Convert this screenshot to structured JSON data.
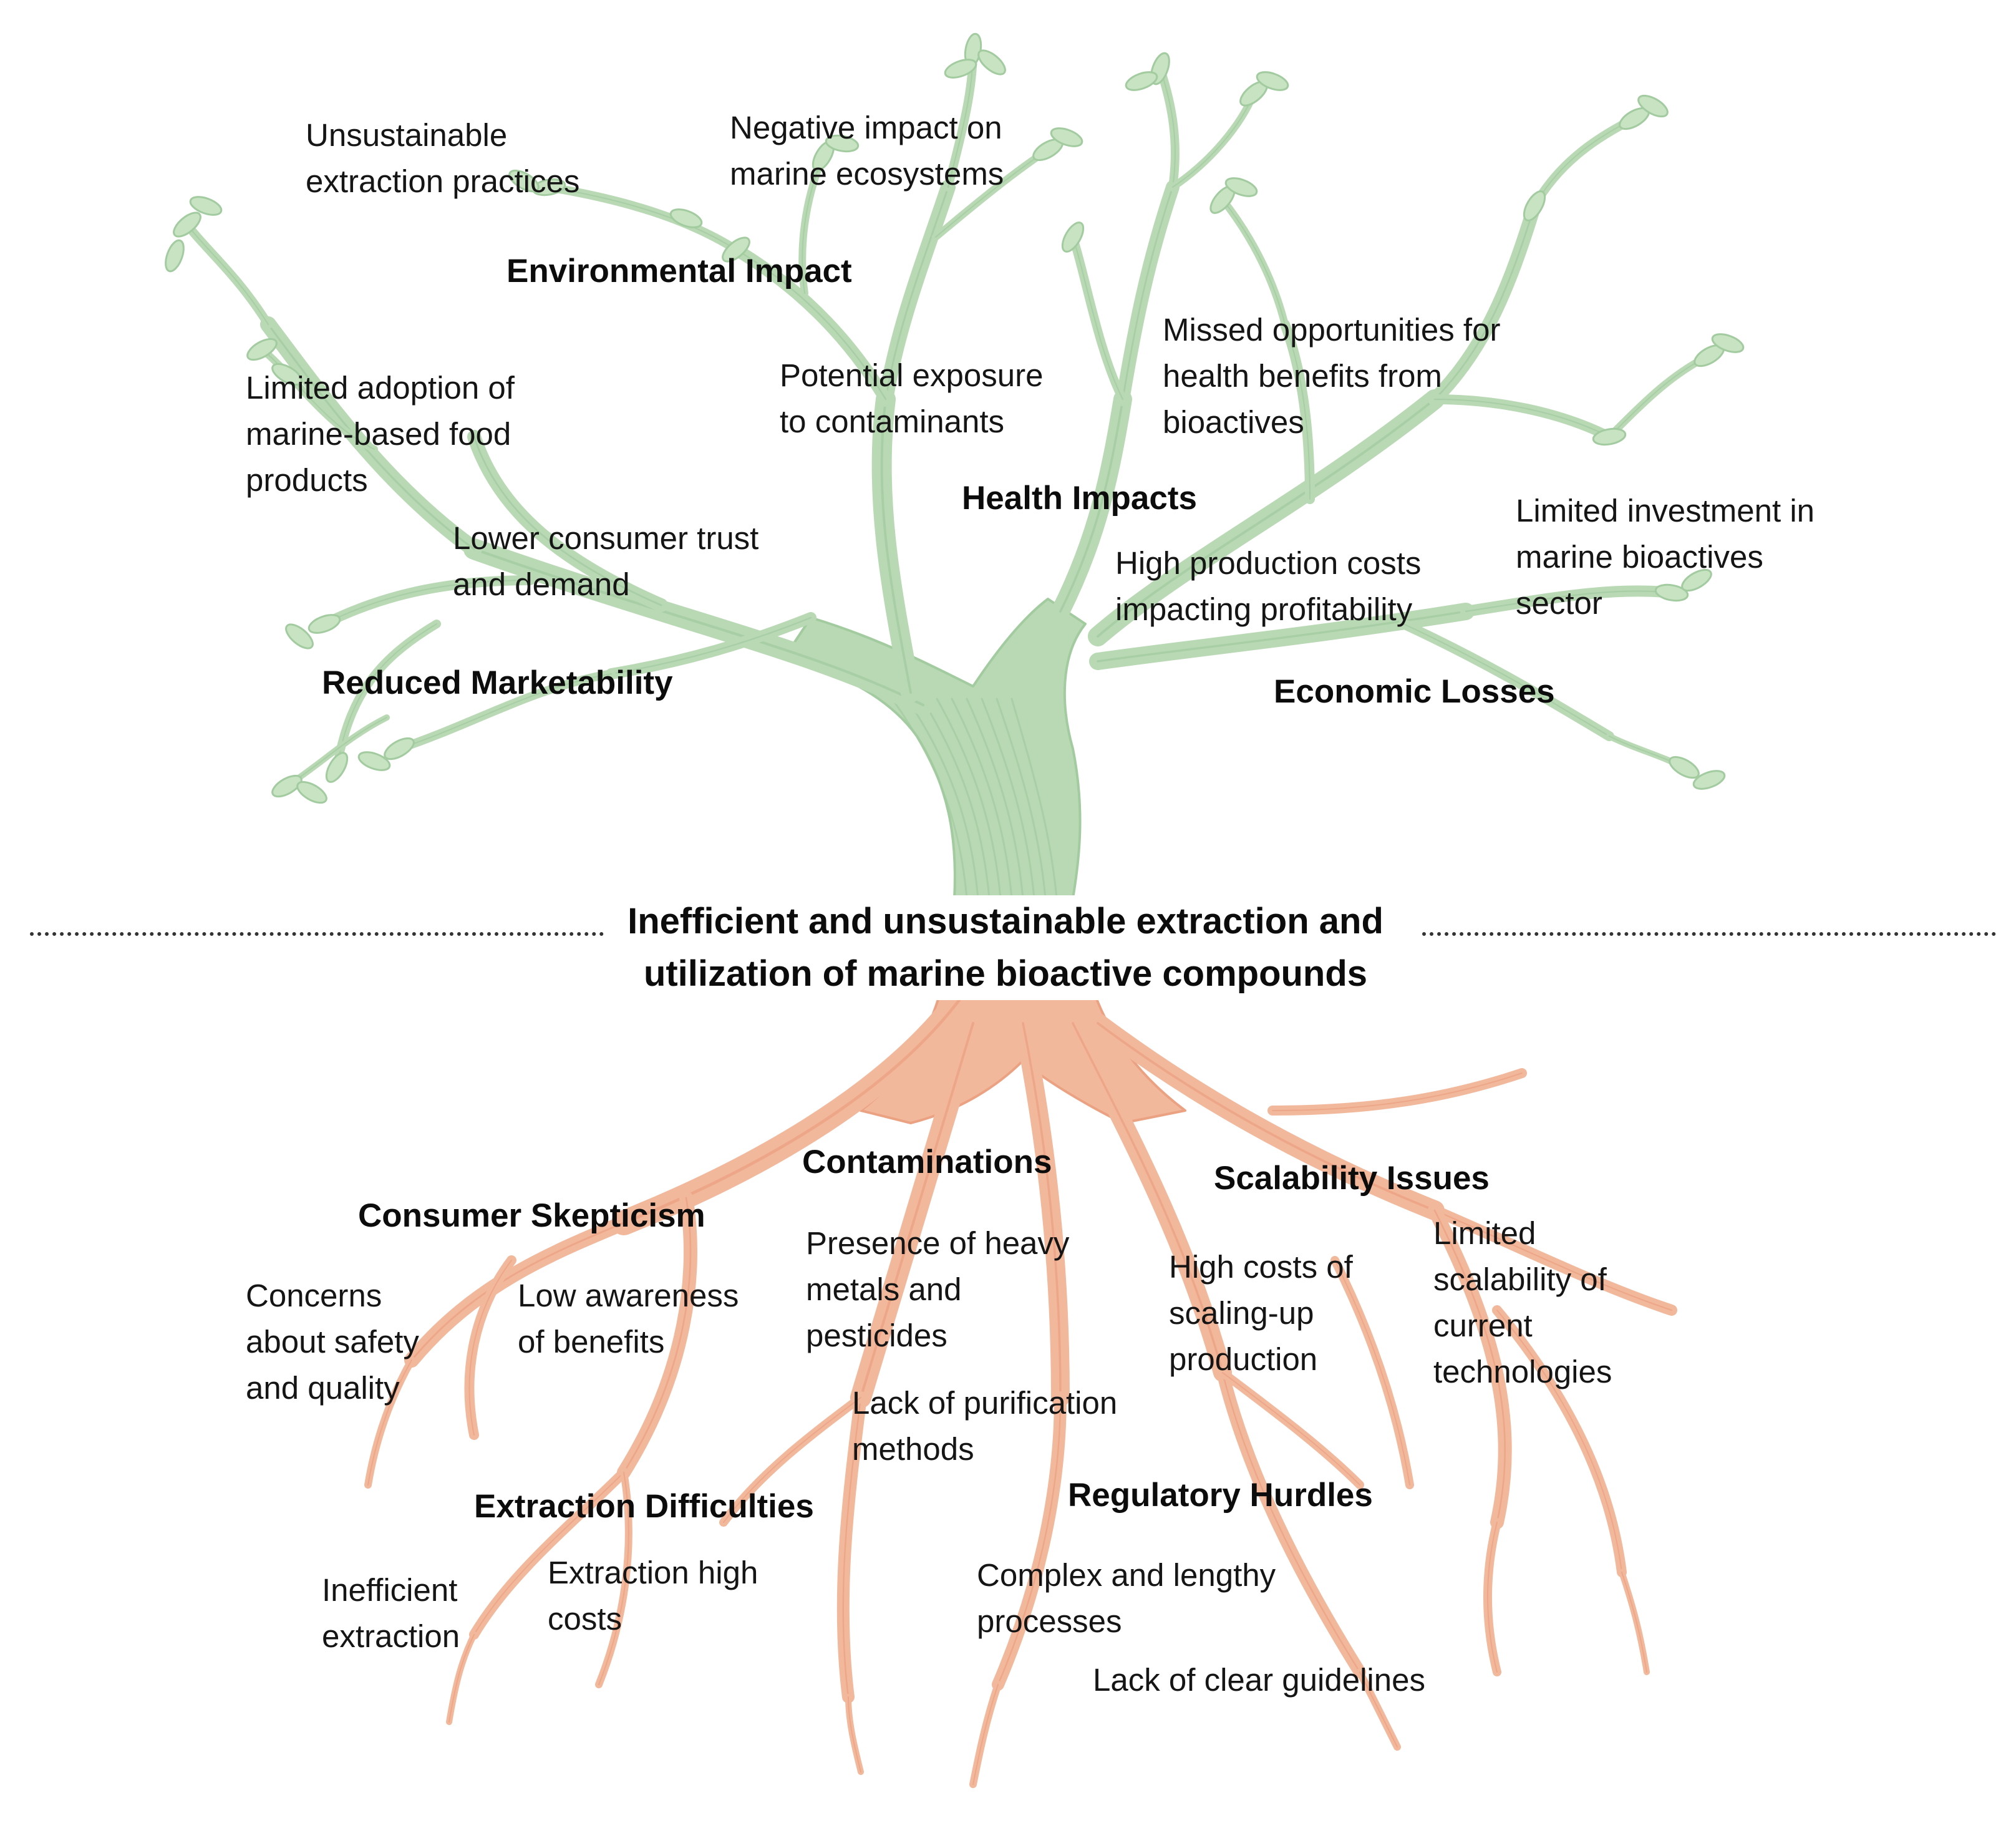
{
  "diagram": {
    "core_problem": "Inefficient and unsustainable extraction and\nutilization of marine bioactive compounds",
    "branch_headers": {
      "environmental_impact": "Environmental Impact",
      "health_impacts": "Health Impacts",
      "reduced_marketability": "Reduced Marketability",
      "economic_losses": "Economic Losses"
    },
    "branch_items": {
      "unsustainable_extraction": "Unsustainable\nextraction practices",
      "negative_impact_marine": "Negative impact on\nmarine ecosystems",
      "limited_adoption": "Limited adoption of\nmarine-based food\nproducts",
      "potential_exposure": "Potential exposure\nto contaminants",
      "missed_opportunities": "Missed opportunities for\nhealth benefits from\nbioactives",
      "lower_consumer_trust": "Lower consumer trust\nand demand",
      "high_production_costs": "High production costs\nimpacting profitability",
      "limited_investment": "Limited investment in\nmarine bioactives\nsector"
    },
    "root_headers": {
      "contaminations": "Contaminations",
      "consumer_skepticism": "Consumer Skepticism",
      "scalability_issues": "Scalability Issues",
      "extraction_difficulties": "Extraction Difficulties",
      "regulatory_hurdles": "Regulatory Hurdles"
    },
    "root_items": {
      "heavy_metals": "Presence of heavy\nmetals and\npesticides",
      "concerns_safety": "Concerns\nabout safety\nand quality",
      "low_awareness": "Low awareness\nof benefits",
      "high_costs_scaling": "High costs of\nscaling-up\nproduction",
      "limited_scalability": "Limited\nscalability of\ncurrent\ntechnologies",
      "lack_purification": "Lack of purification\nmethods",
      "inefficient_extraction": "Inefficient\nextraction",
      "extraction_high_costs": "Extraction high\ncosts",
      "complex_processes": "Complex and lengthy\nprocesses",
      "lack_guidelines": "Lack of clear guidelines"
    }
  },
  "colors": {
    "branch_green": "#b9d9b5",
    "branch_green_dark": "#a3cba0",
    "leaf_green": "#c7e3c2",
    "root_orange": "#f2b89c",
    "root_orange_dark": "#eba283",
    "divider": "#333333"
  }
}
